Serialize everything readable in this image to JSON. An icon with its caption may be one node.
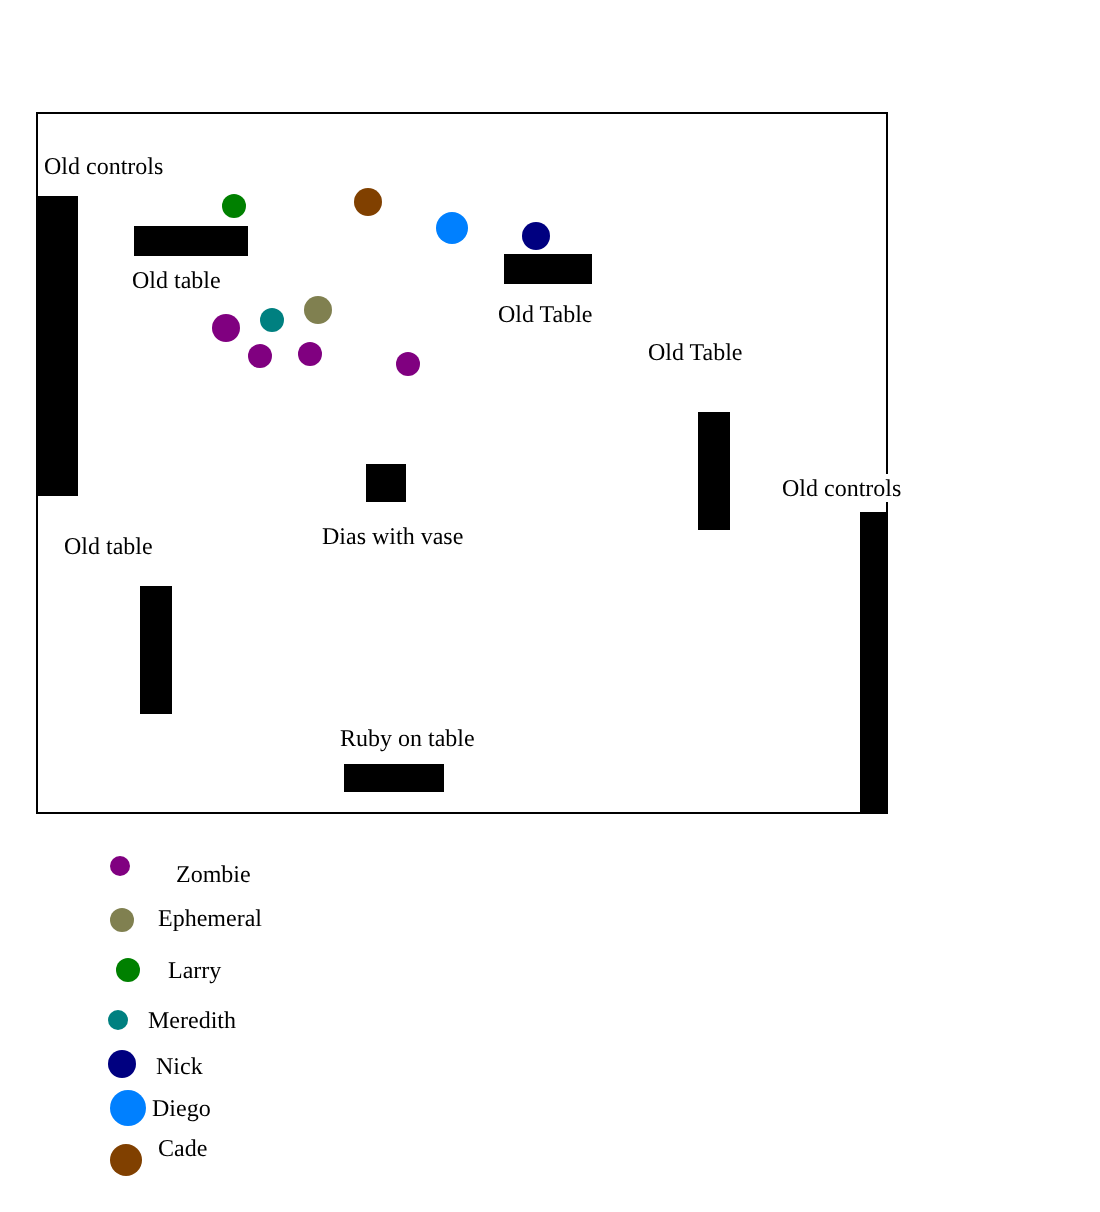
{
  "diagram": {
    "labels": [
      "Old controls",
      "Old table",
      "Old Table",
      "Old Table",
      "Old controls",
      "Dias with vase",
      "Old table",
      "Ruby on table"
    ],
    "legend": [
      {
        "text": "Zombie",
        "color": "#800080"
      },
      {
        "text": "Ephemeral",
        "color": "#808050"
      },
      {
        "text": "Larry",
        "color": "#008000"
      },
      {
        "text": "Meredith",
        "color": "#008080"
      },
      {
        "text": "Nick",
        "color": "#000080"
      },
      {
        "text": "Diego",
        "color": "#0080ff"
      },
      {
        "text": "Cade",
        "color": "#804000"
      }
    ]
  }
}
